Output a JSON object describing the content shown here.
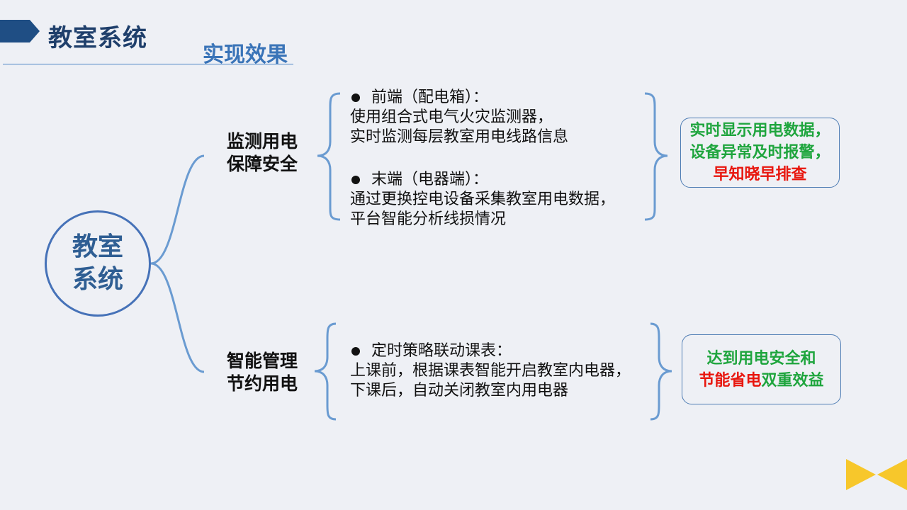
{
  "header": {
    "title": "教室系统",
    "subtitle": "实现效果"
  },
  "center": {
    "label": "教室系统"
  },
  "branches": [
    {
      "label": "监测用电保障安全",
      "details": [
        {
          "heading": "前端（配电箱）：",
          "lines": [
            "使用组合式电气火灾监测器，",
            "实时监测每层教室用电线路信息"
          ]
        },
        {
          "heading": "末端（电器端）：",
          "lines": [
            "通过更换控电设备采集教室用电数据，",
            "平台智能分析线损情况"
          ]
        }
      ],
      "result": {
        "line1": "实时显示用电数据，",
        "line2": "设备异常及时报警，",
        "line3": "早知晓早排查"
      }
    },
    {
      "label": "智能管理节约用电",
      "details": [
        {
          "heading": "定时策略联动课表：",
          "lines": [
            "上课前，根据课表智能开启教室内电器，",
            "下课后，自动关闭教室内用电器"
          ]
        }
      ],
      "result": {
        "line1": "达到用电安全和",
        "line2_red": "节能省电",
        "line2_green": "双重效益"
      }
    }
  ],
  "colors": {
    "title": "#1f3f6b",
    "subtitle": "#3a74b8",
    "connector": "#6a9bd1",
    "circle_border": "#4672b8",
    "green_text": "#1fa53e",
    "red_text": "#e8160e",
    "accent_yellow": "#f7c72b"
  },
  "icons": {
    "title_marker": "chevron-arrow-icon",
    "corner_decoration": "bowtie-triangles-icon"
  }
}
